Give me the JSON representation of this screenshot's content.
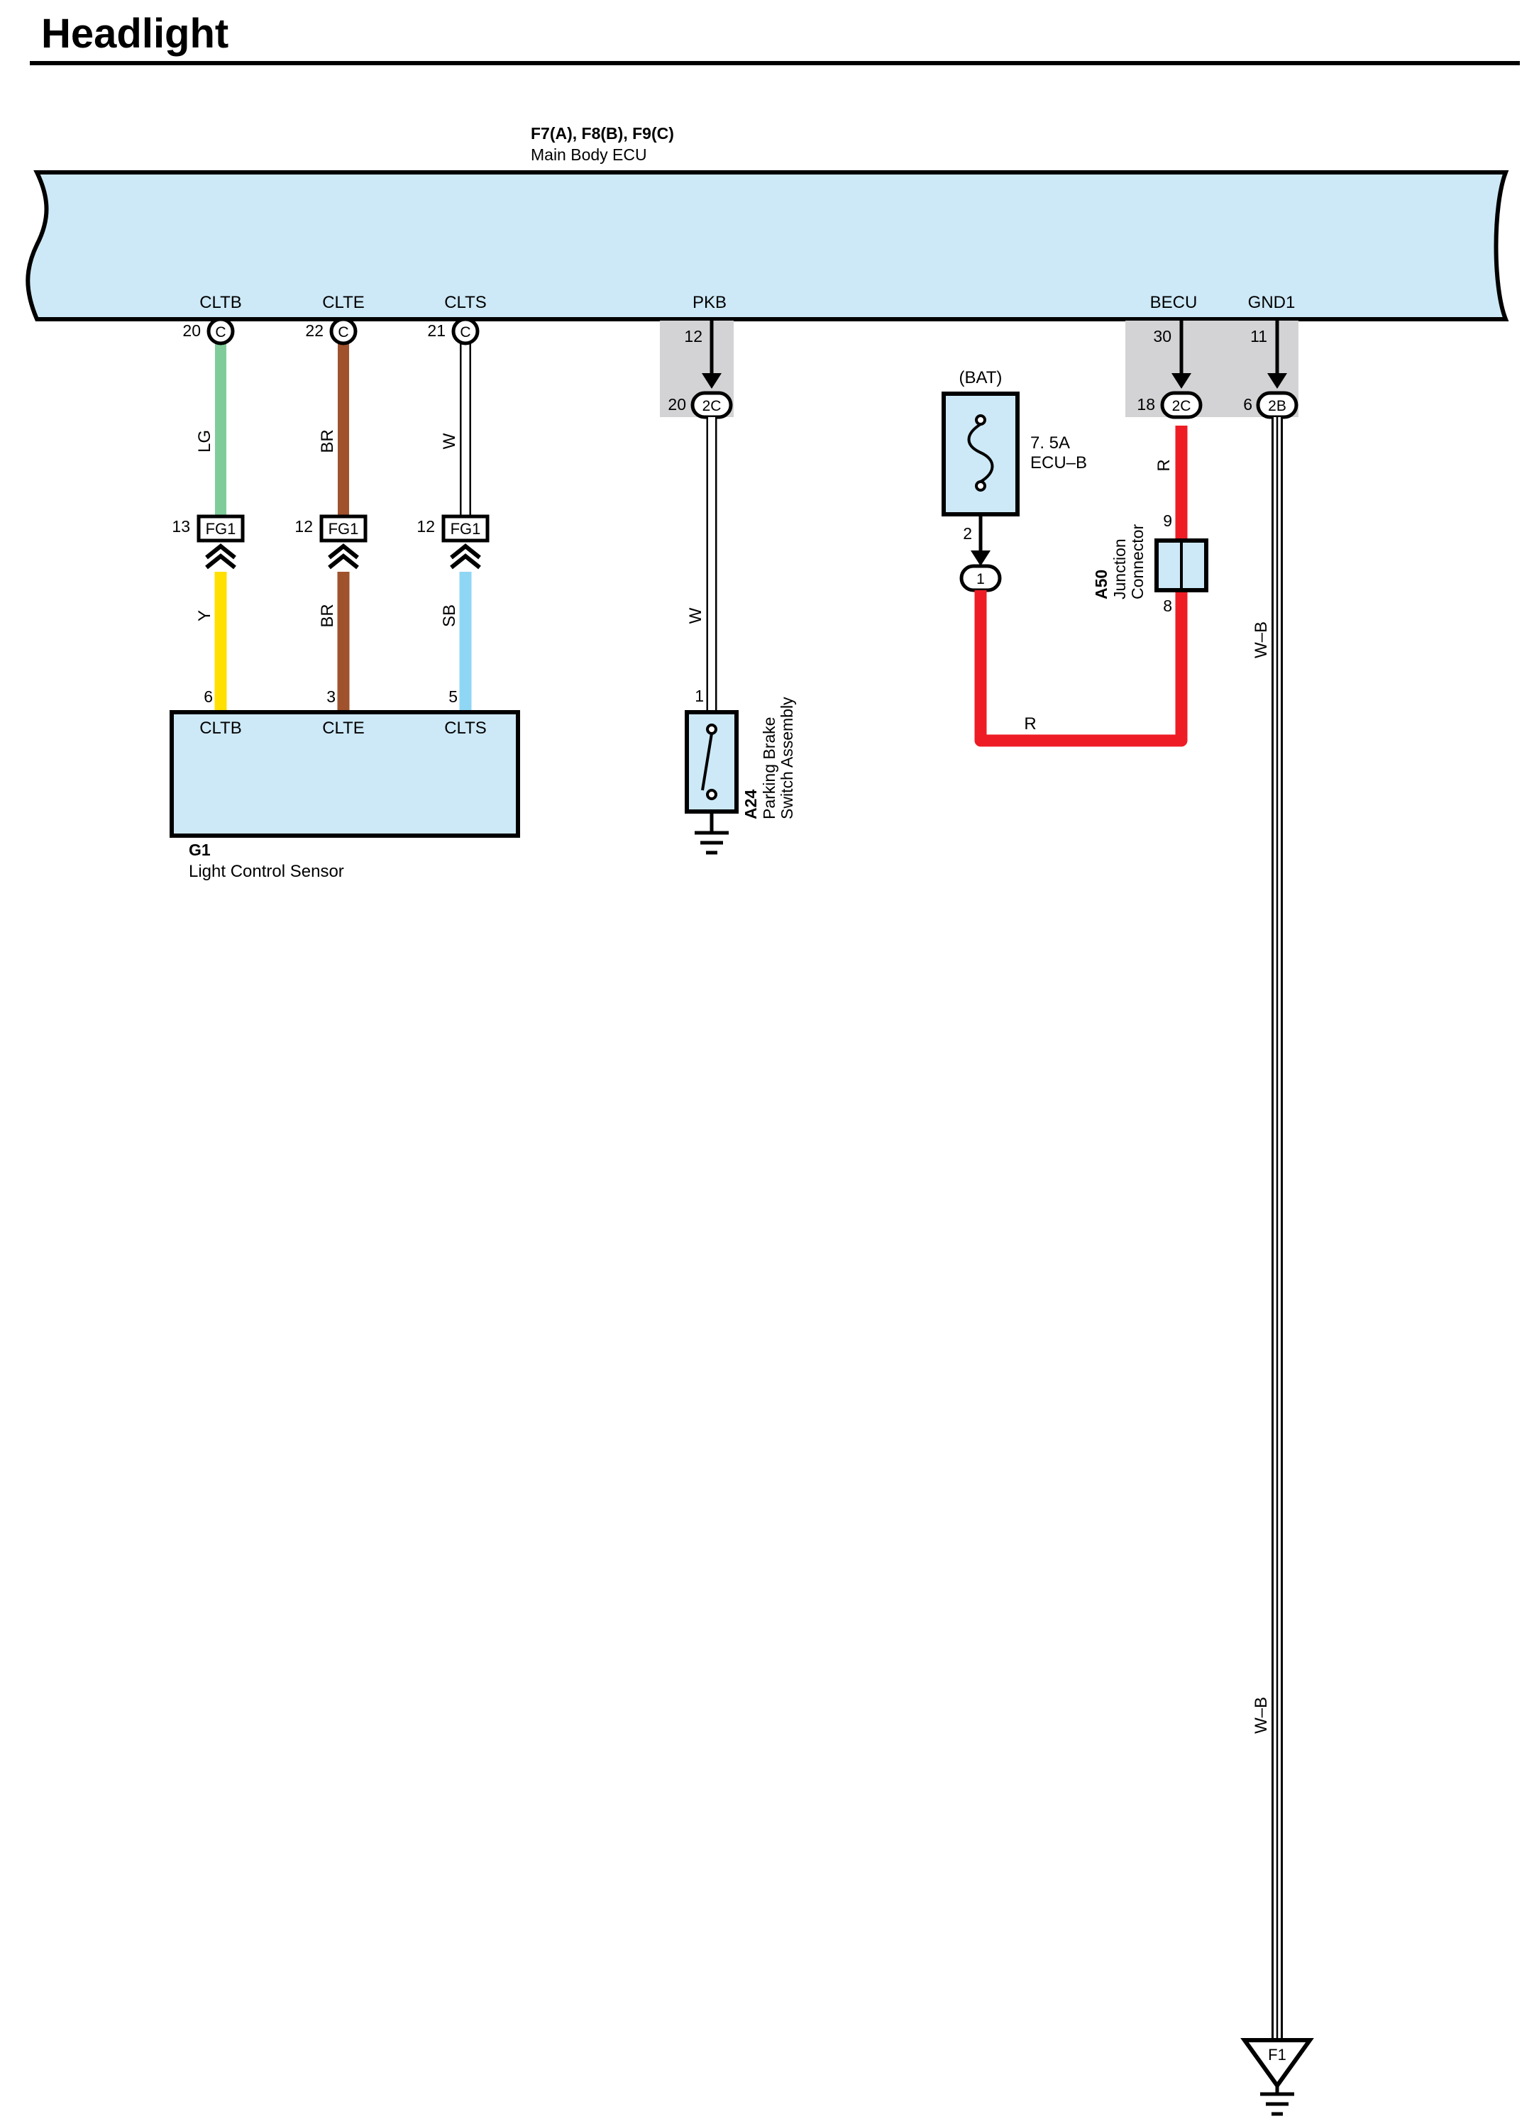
{
  "title": "Headlight",
  "colors": {
    "ecu_fill": "#cde9f7",
    "connector_shade": "#d3d3d5",
    "wire_LG": "#7fcc9a",
    "wire_BR": "#a0522d",
    "wire_W": "#ffffff",
    "wire_Y": "#ffe000",
    "wire_SB": "#8fd6f5",
    "wire_R": "#ee1c25"
  },
  "ecu": {
    "codes": "F7(A), F8(B), F9(C)",
    "name": "Main Body ECU",
    "terminals": [
      {
        "name": "CLTB",
        "pin": "20",
        "conn": "C"
      },
      {
        "name": "CLTE",
        "pin": "22",
        "conn": "C"
      },
      {
        "name": "CLTS",
        "pin": "21",
        "conn": "C"
      },
      {
        "name": "PKB",
        "pin": "12",
        "conn": "2C",
        "pin2": "20"
      },
      {
        "name": "BECU",
        "pin": "30",
        "conn": "2C",
        "pin2": "18"
      },
      {
        "name": "GND1",
        "pin": "11",
        "conn": "2B",
        "pin2": "6"
      }
    ]
  },
  "wires": {
    "cltb_upper": "LG",
    "clte_upper": "BR",
    "clts_upper": "W",
    "cltb_lower": "Y",
    "clte_lower": "BR",
    "clts_lower": "SB",
    "pkb": "W",
    "becu": "R",
    "fuse_loop": "R",
    "gnd_upper": "W–B",
    "gnd_lower": "W–B"
  },
  "fg1": {
    "label": "FG1",
    "pins": [
      "13",
      "12",
      "12"
    ]
  },
  "sensor": {
    "code": "G1",
    "name": "Light Control Sensor",
    "pins": [
      {
        "num": "6",
        "name": "CLTB"
      },
      {
        "num": "3",
        "name": "CLTE"
      },
      {
        "num": "5",
        "name": "CLTS"
      }
    ]
  },
  "parking_brake": {
    "code": "A24",
    "line1": "Parking Brake",
    "line2": "Switch Assembly",
    "pin": "1"
  },
  "fuse": {
    "source": "(BAT)",
    "rating": "7. 5A",
    "name": "ECU–B",
    "pin": "2",
    "conn": "1"
  },
  "junction": {
    "code": "A50",
    "line1": "Junction",
    "line2": "Connector",
    "pin_top": "9",
    "pin_bottom": "8"
  },
  "ground": {
    "label": "F1"
  }
}
